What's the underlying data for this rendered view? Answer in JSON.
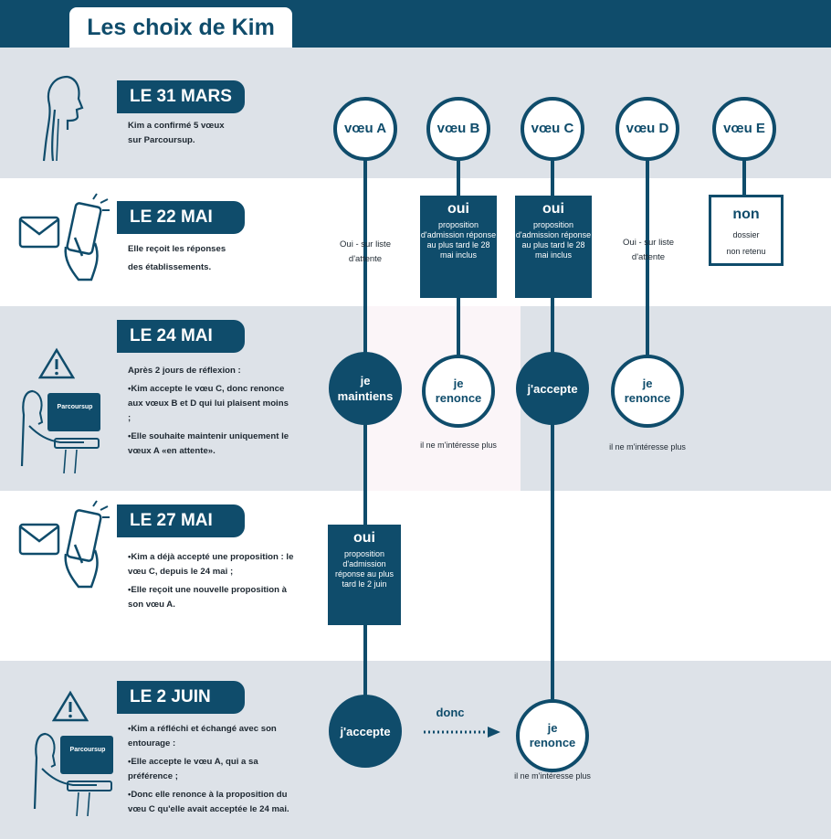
{
  "title": "Les choix de Kim",
  "voeux": [
    "vœu A",
    "vœu B",
    "vœu C",
    "vœu D",
    "vœu E"
  ],
  "steps": [
    {
      "date": "LE 31 MARS",
      "lines": [
        "Kim a confirmé 5 vœux",
        "sur Parcoursup."
      ]
    },
    {
      "date": "LE 22 MAI",
      "lines": [
        "Elle reçoit les réponses",
        "des établissements."
      ]
    },
    {
      "date": "LE 24 MAI",
      "intro": "Après 2 jours de réflexion :",
      "bullets": [
        "Kim accepte le vœu C, donc renonce aux vœux B et D qui lui plaisent moins ;",
        "Elle souhaite maintenir uniquement le vœux A «en attente»."
      ]
    },
    {
      "date": "LE 27 MAI",
      "bullets": [
        "Kim a déjà accepté une proposition : le vœu C, depuis le 24 mai ;",
        "Elle reçoit une nouvelle proposition à son vœu A."
      ]
    },
    {
      "date": "LE 2 JUIN",
      "bullets": [
        "Kim a réfléchi et échangé avec son entourage :",
        "Elle accepte le vœu A, qui a sa préférence ;",
        "Donc elle renonce à la proposition du vœu C qu'elle avait acceptée le 24 mai."
      ]
    }
  ],
  "responses_22mai": {
    "a": "Oui - sur liste d'attente",
    "b": {
      "title": "oui",
      "text": "proposition d'admission réponse au plus tard le 28 mai inclus"
    },
    "c": {
      "title": "oui",
      "text": "proposition d'admission réponse au plus tard le 28 mai inclus"
    },
    "d": "Oui - sur liste d'attente",
    "e": {
      "title": "non",
      "line1": "dossier",
      "line2": "non retenu"
    }
  },
  "decisions_24mai": {
    "a": "je maintiens",
    "b": "je renonce",
    "b_note": "il ne m'intéresse plus",
    "c": "j'accepte",
    "d": "je renonce",
    "d_note": "il ne m'intéresse plus"
  },
  "response_27mai_a": {
    "title": "oui",
    "text": "proposition d'admission réponse au plus tard le 2 juin"
  },
  "decisions_2juin": {
    "a": "j'accepte",
    "arrow_label": "donc",
    "c": "je renonce",
    "c_note": "il ne m'intéresse plus"
  },
  "icon_labels": {
    "screen": "Parcoursup"
  },
  "colors": {
    "primary": "#0f4c6b",
    "band": "#dde2e8",
    "pink": "#fbf5f8"
  }
}
